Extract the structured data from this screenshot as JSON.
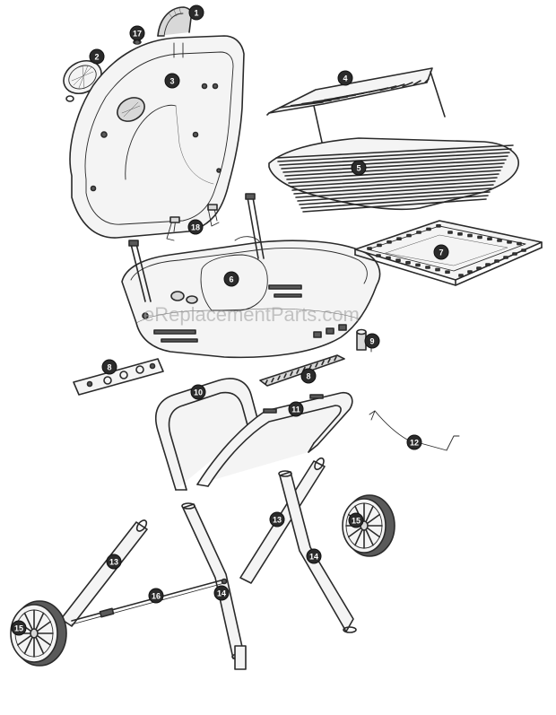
{
  "watermark": "eReplacementParts.com",
  "callouts": [
    {
      "id": "c1",
      "label": "1"
    },
    {
      "id": "c17",
      "label": "17"
    },
    {
      "id": "c2",
      "label": "2"
    },
    {
      "id": "c3",
      "label": "3"
    },
    {
      "id": "c4",
      "label": "4"
    },
    {
      "id": "c5",
      "label": "5"
    },
    {
      "id": "c18",
      "label": "18"
    },
    {
      "id": "c6",
      "label": "6"
    },
    {
      "id": "c7",
      "label": "7"
    },
    {
      "id": "c9",
      "label": "9"
    },
    {
      "id": "c8a",
      "label": "8"
    },
    {
      "id": "c8b",
      "label": "8"
    },
    {
      "id": "c10",
      "label": "10"
    },
    {
      "id": "c11",
      "label": "11"
    },
    {
      "id": "c12",
      "label": "12"
    },
    {
      "id": "c13a",
      "label": "13"
    },
    {
      "id": "c15a",
      "label": "15"
    },
    {
      "id": "c14a",
      "label": "14"
    },
    {
      "id": "c13b",
      "label": "13"
    },
    {
      "id": "c16",
      "label": "16"
    },
    {
      "id": "c14b",
      "label": "14"
    },
    {
      "id": "c15b",
      "label": "15"
    }
  ]
}
